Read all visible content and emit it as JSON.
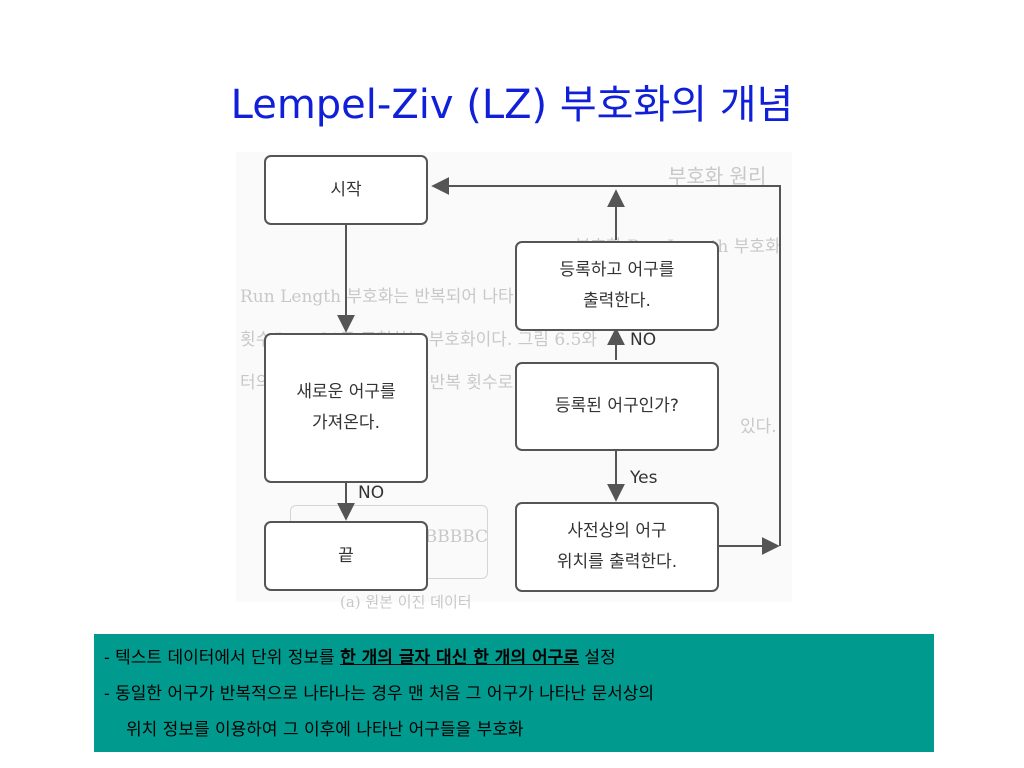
{
  "title": "Lempel-Ziv (LZ) 부호화의 개념",
  "nodes": {
    "start": "시작",
    "fetch": "새로운 어구를\n가져온다.",
    "end": "끝",
    "register": "등록하고 어구를\n출력한다.",
    "check": "등록된 어구인가?",
    "output_position": "사전상의 어구\n위치를 출력한다."
  },
  "edge_labels": {
    "fetch_to_end": "NO",
    "check_to_register": "NO",
    "check_to_output": "Yes"
  },
  "notes": {
    "line1_prefix": "- 텍스트 데이터에서 단위 정보를 ",
    "line1_highlight": "한 개의 글자 대신 한 개의 어구로",
    "line1_suffix": " 설정",
    "line2": "- 동일한 어구가 반복적으로 나타나는 경우 맨 처음 그 어구가 나타난 문서상의",
    "line3": "위치 정보를 이용하여 그 이후에 나타난 어구들을 부호화"
  },
  "colors": {
    "title": "#1020d8",
    "note_background": "#009a8e",
    "line": "#555555"
  }
}
